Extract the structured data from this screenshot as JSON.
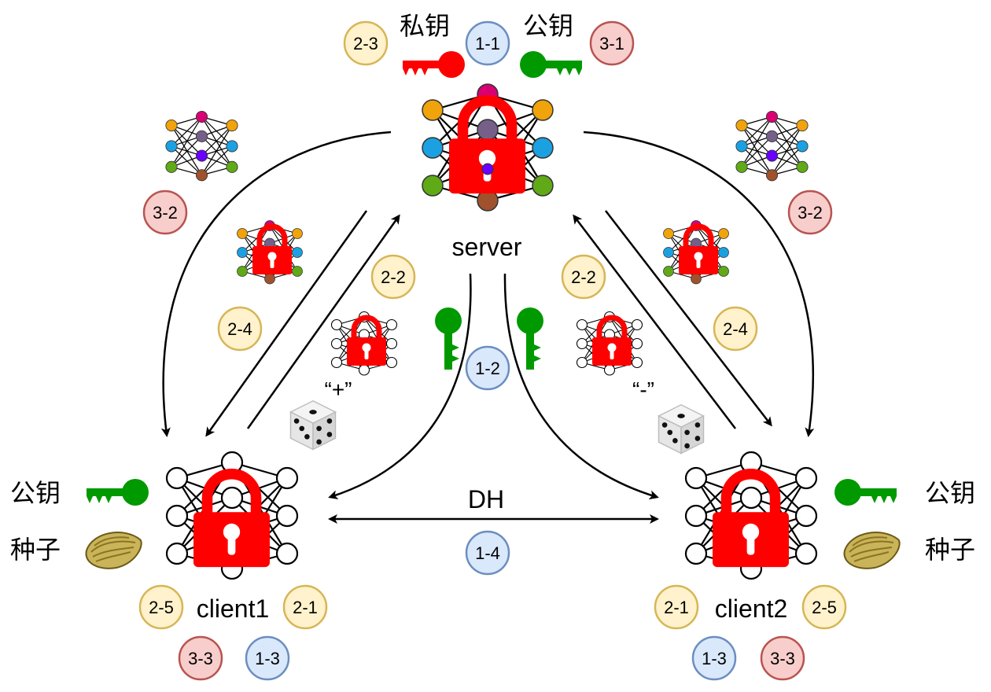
{
  "labels": {
    "server": "server",
    "client1": "client1",
    "client2": "client2",
    "dh": "DH",
    "plus": "“+”",
    "minus": "“-”",
    "private_key": "私钥",
    "public_key": "公钥",
    "seed": "种子"
  },
  "badges": {
    "b11": "1-1",
    "b12": "1-2",
    "b13a": "1-3",
    "b13b": "1-3",
    "b14": "1-4",
    "b21a": "2-1",
    "b21b": "2-1",
    "b22a": "2-2",
    "b22b": "2-2",
    "b23": "2-3",
    "b24a": "2-4",
    "b24b": "2-4",
    "b25a": "2-5",
    "b25b": "2-5",
    "b31": "3-1",
    "b32a": "3-2",
    "b32b": "3-2",
    "b33a": "3-3",
    "b33b": "3-3"
  },
  "colors": {
    "blue_fill": "#dae8fc",
    "blue_stroke": "#6c8ebf",
    "yellow_fill": "#fff2cc",
    "yellow_stroke": "#d6b656",
    "red_fill": "#f8cecc",
    "red_stroke": "#b85450",
    "lock": "#ff0000",
    "green_key": "#009900",
    "red_key": "#ff0000"
  },
  "icons": [
    "neural-network-icon",
    "padlock-icon",
    "key-icon",
    "dice-icon",
    "seed-icon"
  ]
}
